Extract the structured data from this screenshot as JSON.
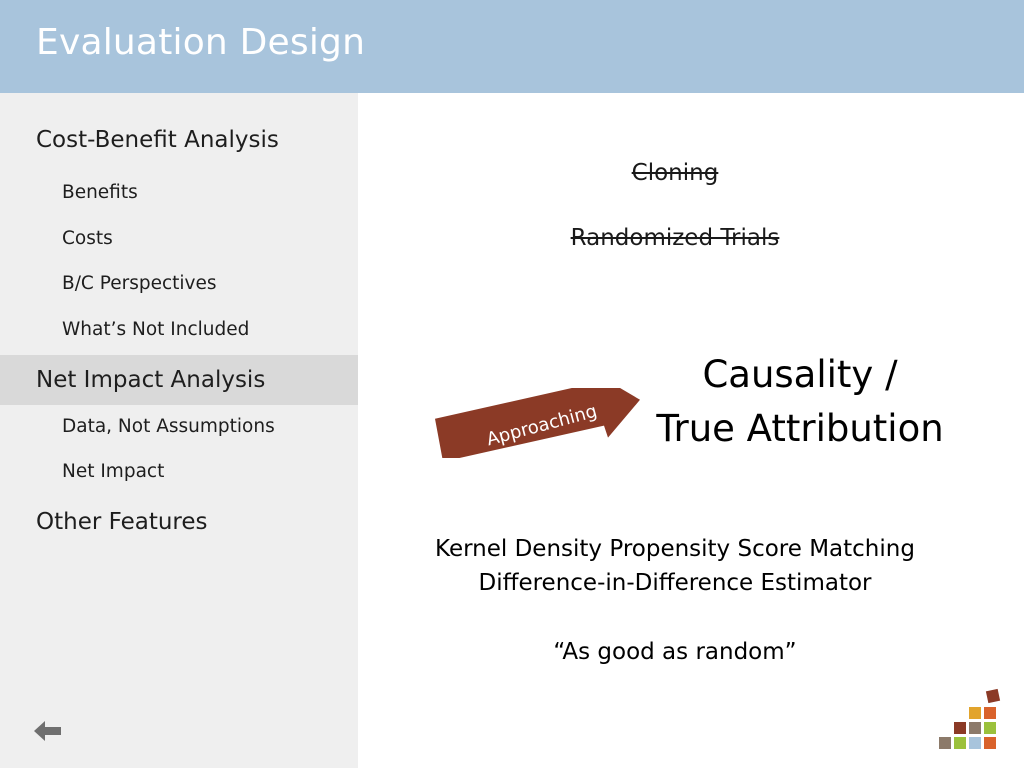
{
  "header": {
    "title": "Evaluation Design"
  },
  "sidebar": {
    "items": [
      {
        "label": "Cost-Benefit Analysis",
        "level": "section",
        "active": false
      },
      {
        "label": "Benefits",
        "level": "sub",
        "active": false
      },
      {
        "label": "Costs",
        "level": "sub",
        "active": false
      },
      {
        "label": "B/C Perspectives",
        "level": "sub",
        "active": false
      },
      {
        "label": "What’s Not Included",
        "level": "sub",
        "active": false
      },
      {
        "label": "Net Impact Analysis",
        "level": "section",
        "active": true
      },
      {
        "label": "Data, Not Assumptions",
        "level": "sub",
        "active": false
      },
      {
        "label": "Net Impact",
        "level": "sub",
        "active": false
      },
      {
        "label": "Other Features",
        "level": "section",
        "active": false
      }
    ],
    "back_icon": "back-arrow-icon"
  },
  "main": {
    "struck_methods": [
      "Cloning",
      "Randomized Trials"
    ],
    "arrow_label": "Approaching",
    "causality_lines": [
      "Causality /",
      "True Attribution"
    ],
    "methods": [
      "Kernel Density Propensity Score Matching",
      "Difference-in-Difference Estimator"
    ],
    "quote": "“As good as random”"
  },
  "colors": {
    "header_bg": "#a8c4dc",
    "sidebar_bg": "#efefef",
    "active_item_bg": "#d9d9d9",
    "arrow_fill": "#8b3a26"
  },
  "logo": {
    "icon": "color-blocks-logo-icon"
  }
}
